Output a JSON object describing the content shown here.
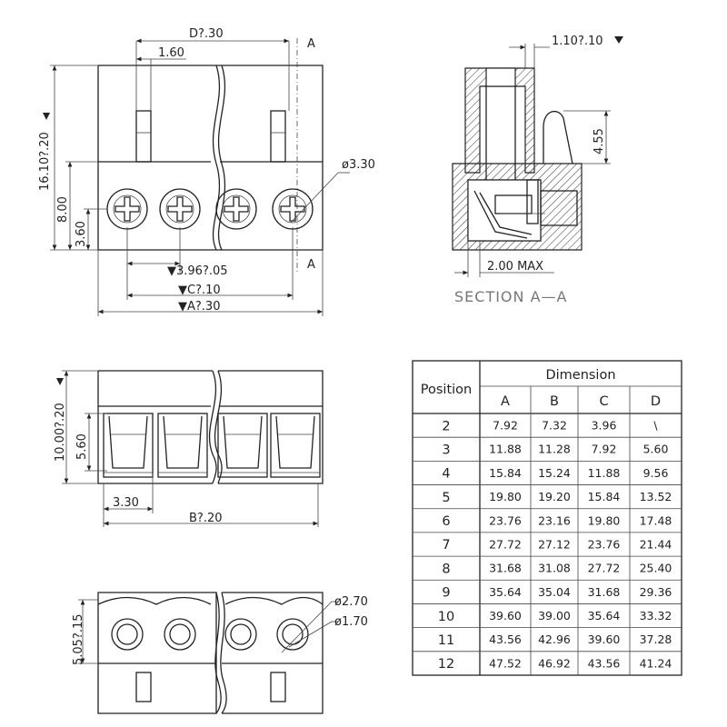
{
  "front_view": {
    "dim_d": "D?.30",
    "dim_pin_width": "1.60",
    "dim_height": "16.10?.20",
    "dim_body": "8.00",
    "dim_screw_center": "3.60",
    "dim_pitch": "▼3.96?.05",
    "dim_c": "▼C?.10",
    "dim_a": "▼A?.30",
    "dim_screw_dia": "ø3.30",
    "section_mark": "A"
  },
  "section_view": {
    "dim_top": "1.10?.10",
    "dim_vert": "4.55",
    "dim_max": "2.00 MAX",
    "title": "SECTION A—A"
  },
  "middle_view": {
    "dim_height": "10.00?.20",
    "dim_opening": "5.60",
    "dim_offset": "3.30",
    "dim_b": "B?.20"
  },
  "bottom_view": {
    "dim_height": "5.05?.15",
    "dim_outer": "ø2.70",
    "dim_inner": "ø1.70"
  },
  "table": {
    "position_header": "Position",
    "dimension_header": "Dimension",
    "columns": [
      "A",
      "B",
      "C",
      "D"
    ],
    "rows": [
      {
        "position": "2",
        "values": [
          "7.92",
          "7.32",
          "3.96",
          "\\"
        ]
      },
      {
        "position": "3",
        "values": [
          "11.88",
          "11.28",
          "7.92",
          "5.60"
        ]
      },
      {
        "position": "4",
        "values": [
          "15.84",
          "15.24",
          "11.88",
          "9.56"
        ]
      },
      {
        "position": "5",
        "values": [
          "19.80",
          "19.20",
          "15.84",
          "13.52"
        ]
      },
      {
        "position": "6",
        "values": [
          "23.76",
          "23.16",
          "19.80",
          "17.48"
        ]
      },
      {
        "position": "7",
        "values": [
          "27.72",
          "27.12",
          "23.76",
          "21.44"
        ]
      },
      {
        "position": "8",
        "values": [
          "31.68",
          "31.08",
          "27.72",
          "25.40"
        ]
      },
      {
        "position": "9",
        "values": [
          "35.64",
          "35.04",
          "31.68",
          "29.36"
        ]
      },
      {
        "position": "10",
        "values": [
          "39.60",
          "39.00",
          "35.64",
          "33.32"
        ]
      },
      {
        "position": "11",
        "values": [
          "43.56",
          "42.96",
          "39.60",
          "37.28"
        ]
      },
      {
        "position": "12",
        "values": [
          "47.52",
          "46.92",
          "43.56",
          "41.24"
        ]
      }
    ]
  }
}
